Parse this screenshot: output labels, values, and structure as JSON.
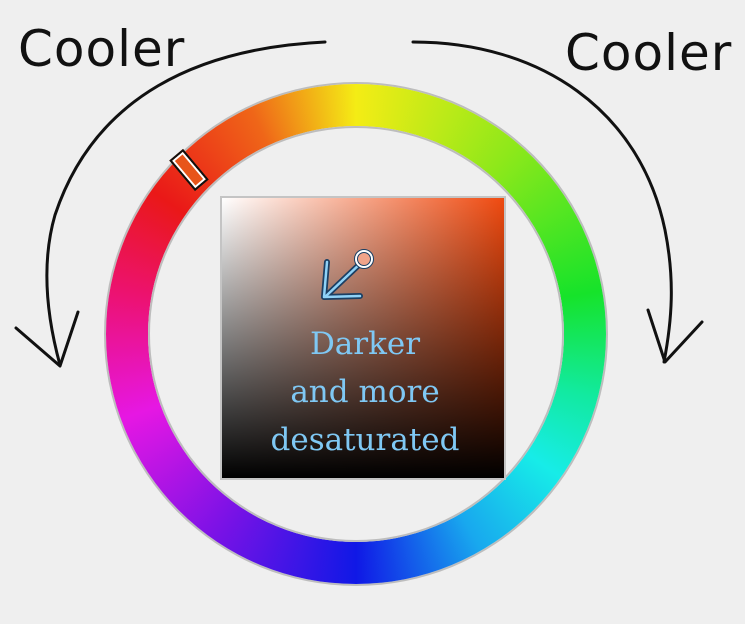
{
  "diagram": {
    "left_label": "Cooler",
    "right_label": "Cooler",
    "caption_lines": [
      "Darker",
      "and more",
      "desaturated"
    ]
  },
  "colors": {
    "background": "#efefef",
    "arrow": "#111111",
    "caption_text": "#7fc8f4",
    "selected_hue": "#ef4a10"
  },
  "icons": {
    "left_arrow": "curved-arrow-counterclockwise",
    "right_arrow": "curved-arrow-clockwise",
    "cursor_arrow": "diagonal-arrow-down-left"
  }
}
